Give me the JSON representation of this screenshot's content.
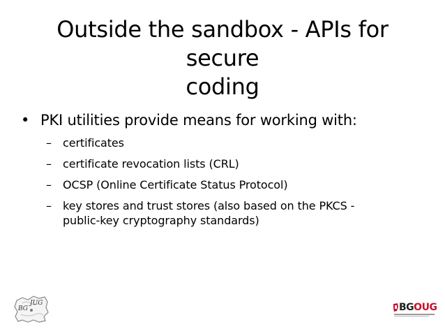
{
  "slide": {
    "title_line1": "Outside the sandbox - APIs for secure",
    "title_line2": "coding",
    "bullet": {
      "marker": "•",
      "text": "PKI utilities provide means for working with:"
    },
    "sub_marker": "–",
    "sub_items": [
      "certificates",
      "certificate revocation lists (CRL)",
      "OCSP (Online Certificate Status Protocol)",
      "key stores and trust stores (also based on the PKCS - public-key cryptography standards)"
    ]
  },
  "logos": {
    "left": {
      "text_bg": "BG",
      "text_jug": "JUG",
      "icon": "bulgaria-map-logo"
    },
    "right": {
      "text_bg": "BG",
      "text_oug": "OUG",
      "icon": "bgoug-logo"
    }
  },
  "colors": {
    "background": "#ffffff",
    "text": "#000000",
    "brand_red": "#c8102e"
  }
}
